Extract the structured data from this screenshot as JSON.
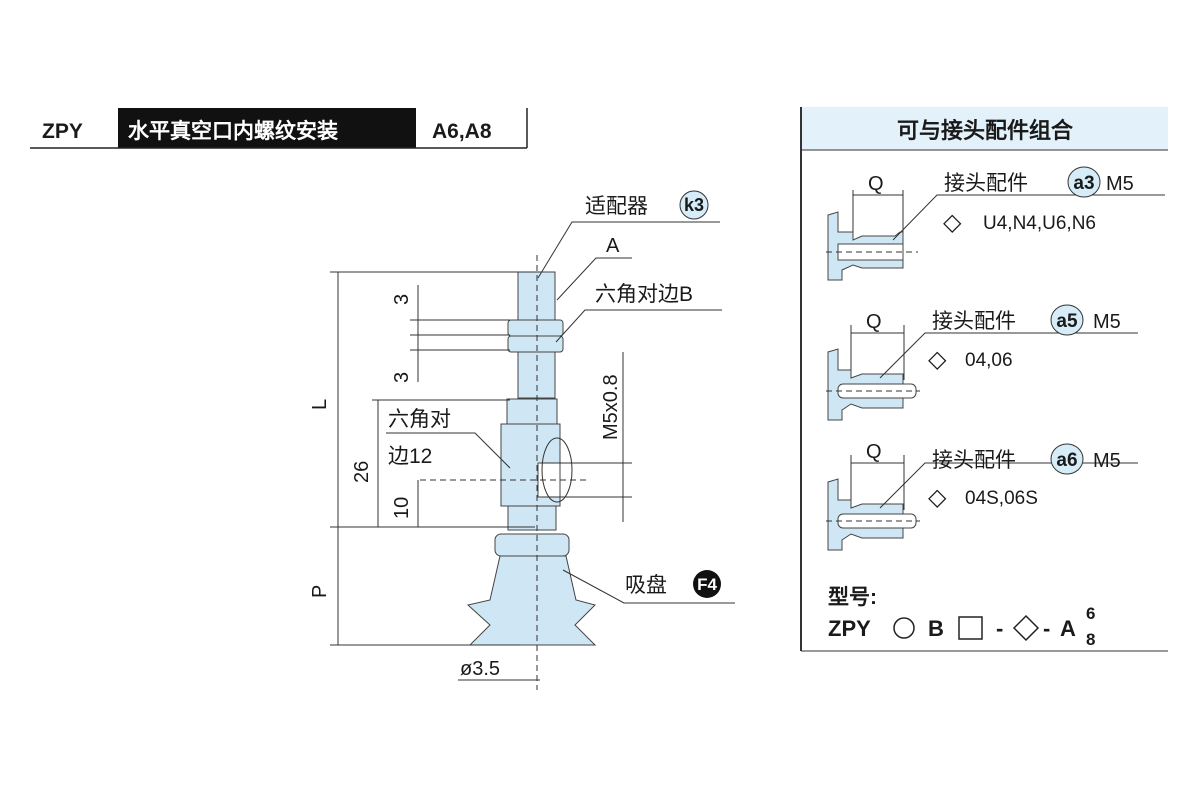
{
  "header": {
    "series": "ZPY",
    "mounting": "水平真空口内螺纹安装",
    "variants": "A6,A8"
  },
  "drawing": {
    "adapter_label": "适配器",
    "adapter_code": "k3",
    "label_a": "A",
    "hex_b_label": "六角对边B",
    "hex12_line1": "六角对",
    "hex12_line2": "边12",
    "thread": "M5x0.8",
    "pad_label": "吸盘",
    "pad_code": "F4",
    "dim_l": "L",
    "dim_p": "P",
    "dim_26": "26",
    "dim_10": "10",
    "dim_3_top": "3",
    "dim_3_bottom": "3",
    "diameter": "ø3.5"
  },
  "fittings_panel": {
    "title": "可与接头配件组合",
    "items": [
      {
        "dim": "Q",
        "label": "接头配件",
        "code": "a3",
        "thread": "M5",
        "symbol": "◇",
        "options": "U4,N4,U6,N6"
      },
      {
        "dim": "Q",
        "label": "接头配件",
        "code": "a5",
        "thread": "M5",
        "symbol": "◇",
        "options": "04,06"
      },
      {
        "dim": "Q",
        "label": "接头配件",
        "code": "a6",
        "thread": "M5",
        "symbol": "◇",
        "options": "04S,06S"
      }
    ],
    "model_label": "型号:",
    "model_prefix": "ZPY",
    "model_b": "B",
    "model_dash1": "-",
    "model_dash2": "-",
    "model_a": "A",
    "model_sup": "6",
    "model_sub": "8"
  },
  "colors": {
    "part_fill": "#cfe6f5",
    "badge_fill": "#d6ecf8",
    "panel_header": "#e3f1fa"
  }
}
